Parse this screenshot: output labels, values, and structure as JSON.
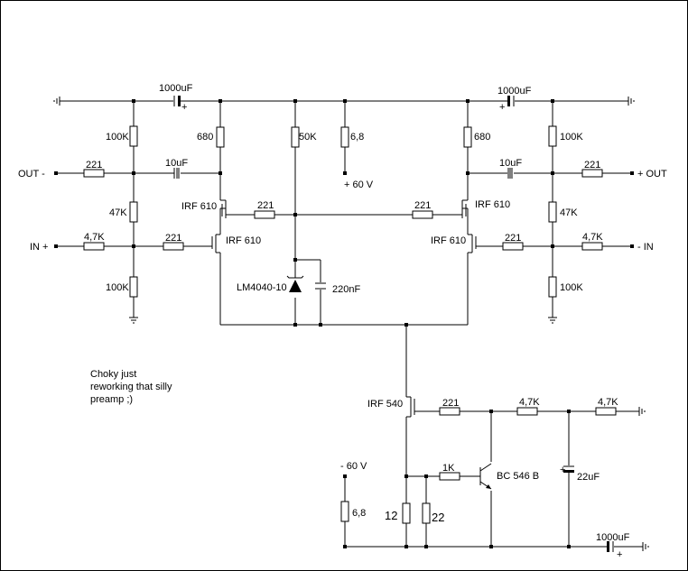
{
  "labels": {
    "c_1000u_a": "1000uF",
    "c_1000u_b": "1000uF",
    "c_1000u_c": "1000uF",
    "r100k_1": "100K",
    "r100k_2": "100K",
    "r100k_3": "100K",
    "r100k_4": "100K",
    "r47k_1": "47K",
    "r47k_2": "47K",
    "r680_1": "680",
    "r680_2": "680",
    "r50k": "50K",
    "r68_top": "6,8",
    "r68_bot": "6,8",
    "plus60": "+ 60 V",
    "minus60": "- 60 V",
    "out_minus": "OUT -",
    "out_plus": "+ OUT",
    "in_plus": "IN +",
    "in_minus": "- IN",
    "r221_1": "221",
    "r221_2": "221",
    "r221_3": "221",
    "r221_4": "221",
    "r221_5": "221",
    "r221_6": "221",
    "r221_7": "221",
    "c10u_1": "10uF",
    "c10u_2": "10uF",
    "r47k_in1": "4,7K",
    "r47k_in2": "4,7K",
    "r47k_3": "4,7K",
    "r47k_4": "4,7K",
    "irf610_1": "IRF 610",
    "irf610_2": "IRF 610",
    "irf610_3": "IRF 610",
    "irf610_4": "IRF 610",
    "lm4040": "LM4040-10",
    "c220n": "220nF",
    "irf540": "IRF 540",
    "r1k": "1K",
    "bc546": "BC 546 B",
    "c22u": "22uF",
    "r12": "12",
    "r22": "22",
    "note_1": "Choky just",
    "note_2": "reworking that silly",
    "note_3": "preamp ;)"
  }
}
